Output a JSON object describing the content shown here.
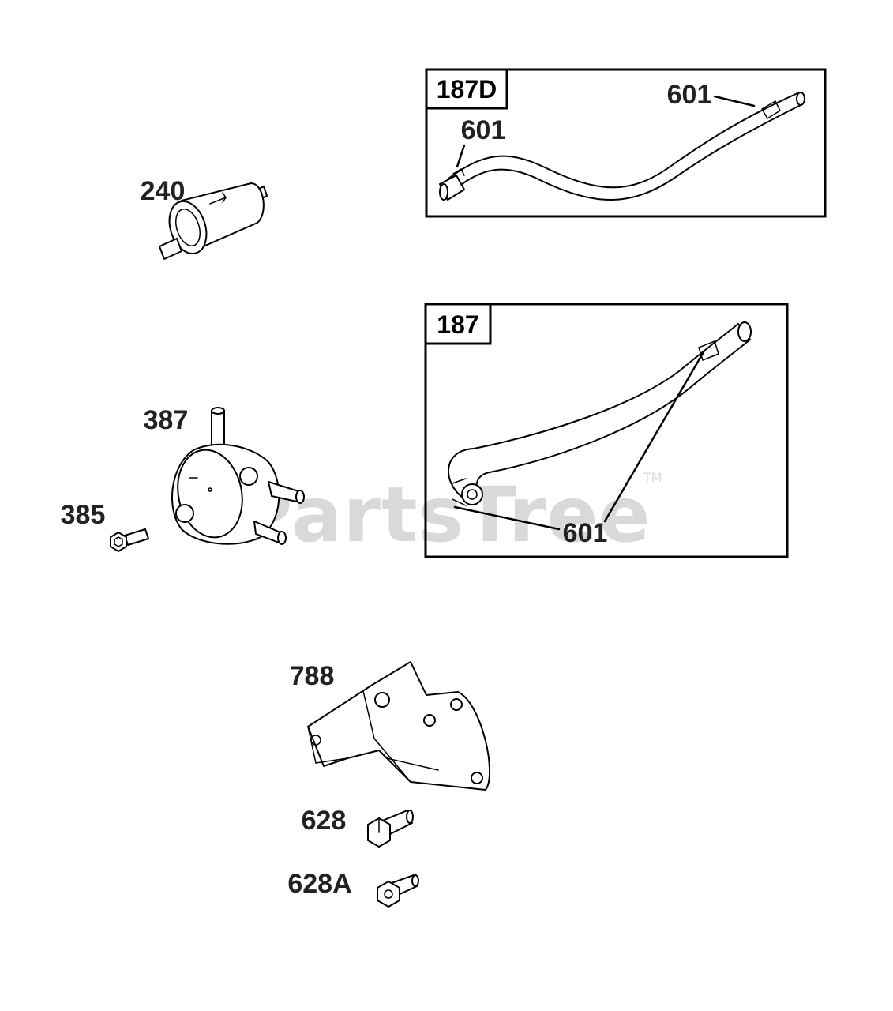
{
  "watermark": {
    "text": "PartsTree",
    "trademark": "TM"
  },
  "callouts": {
    "c240": "240",
    "c387": "387",
    "c385": "385",
    "c788": "788",
    "c628": "628",
    "c628a": "628A",
    "c601_d_right": "601",
    "c601_d_left": "601",
    "c601_b": "601"
  },
  "boxes": {
    "box_187d": "187D",
    "box_187": "187"
  }
}
